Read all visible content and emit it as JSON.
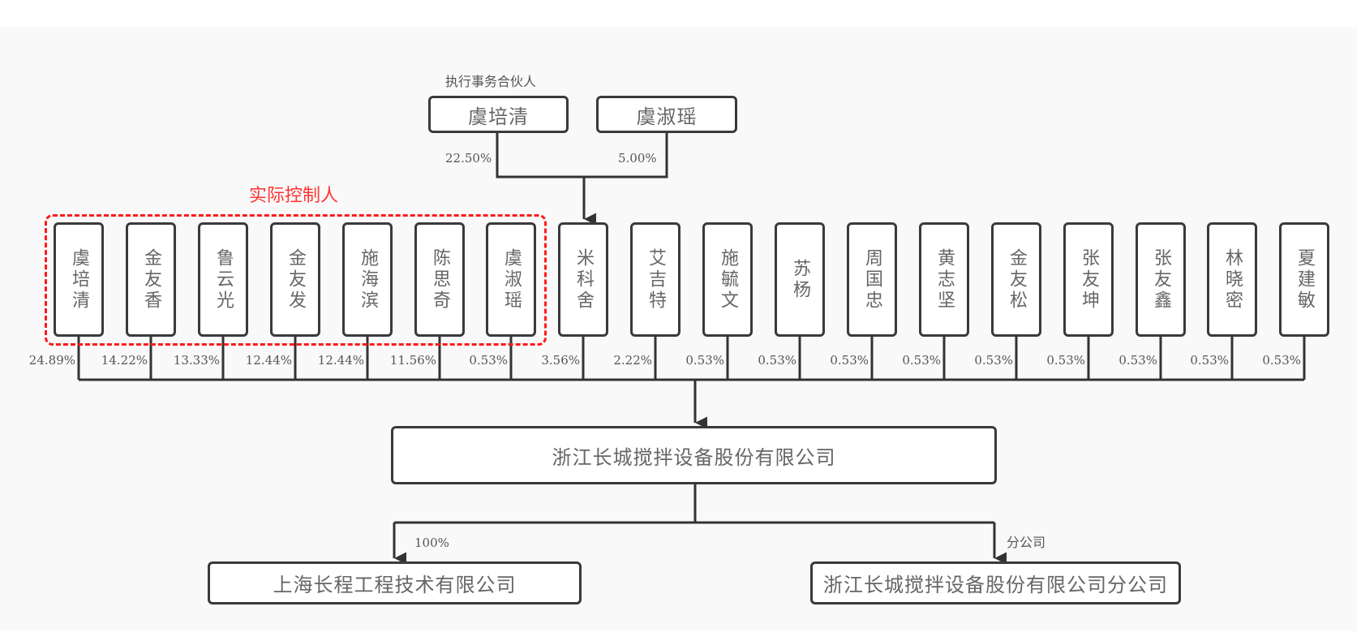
{
  "diagram": {
    "title": "浙江长城搅拌设备股份有限公司股权结构图",
    "partnership": {
      "executive_partner_label": "执行事务合伙人",
      "partners": [
        {
          "name": "虞培清",
          "share": "22.50%"
        },
        {
          "name": "虞淑瑶",
          "share": "5.00%"
        }
      ],
      "target": "米科舍"
    },
    "controller_group": {
      "label": "实际控制人",
      "members": [
        "虞培清",
        "金友香",
        "鲁云光",
        "金友发",
        "施海滨",
        "陈思奇",
        "虞淑瑶"
      ]
    },
    "shareholders": [
      {
        "name": "虞培清",
        "share": "24.89%"
      },
      {
        "name": "金友香",
        "share": "14.22%"
      },
      {
        "name": "鲁云光",
        "share": "13.33%"
      },
      {
        "name": "金友发",
        "share": "12.44%"
      },
      {
        "name": "施海滨",
        "share": "12.44%"
      },
      {
        "name": "陈思奇",
        "share": "11.56%"
      },
      {
        "name": "虞淑瑶",
        "share": "0.53%"
      },
      {
        "name": "米科舍",
        "share": "3.56%"
      },
      {
        "name": "艾吉特",
        "share": "2.22%"
      },
      {
        "name": "施毓文",
        "share": "0.53%"
      },
      {
        "name": "苏杨",
        "share": "0.53%"
      },
      {
        "name": "周国忠",
        "share": "0.53%"
      },
      {
        "name": "黄志坚",
        "share": "0.53%"
      },
      {
        "name": "金友松",
        "share": "0.53%"
      },
      {
        "name": "张友坤",
        "share": "0.53%"
      },
      {
        "name": "张友鑫",
        "share": "0.53%"
      },
      {
        "name": "林晓密",
        "share": "0.53%"
      },
      {
        "name": "夏建敏",
        "share": "0.53%"
      }
    ],
    "company": {
      "name": "浙江长城搅拌设备股份有限公司"
    },
    "subsidiaries": [
      {
        "name": "上海长程工程技术有限公司",
        "relation": "100%"
      },
      {
        "name": "浙江长城搅拌设备股份有限公司分公司",
        "relation": "分公司"
      }
    ],
    "colors": {
      "line": "#333333",
      "node_border": "#3a3a3a",
      "controller_highlight": "#ff1a1a",
      "background": "#f9f9f9"
    }
  }
}
